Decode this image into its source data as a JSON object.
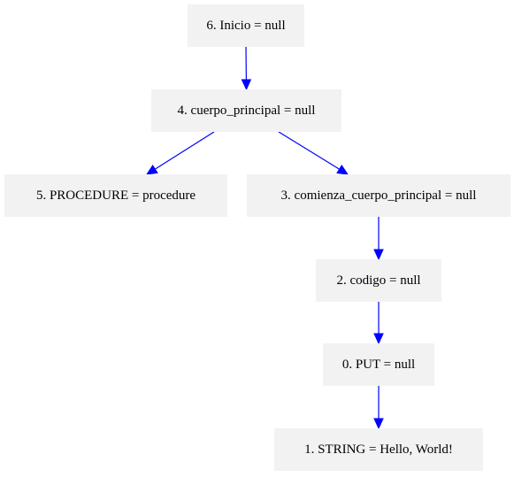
{
  "diagram": {
    "edge_color": "#0000ff",
    "node_fill": "#f2f2f2",
    "nodes": [
      {
        "id": "n6",
        "label": "6. Inicio = null"
      },
      {
        "id": "n4",
        "label": "4. cuerpo_principal = null"
      },
      {
        "id": "n5",
        "label": "5. PROCEDURE = procedure"
      },
      {
        "id": "n3",
        "label": "3. comienza_cuerpo_principal = null"
      },
      {
        "id": "n2",
        "label": "2. codigo = null"
      },
      {
        "id": "n0",
        "label": "0. PUT = null"
      },
      {
        "id": "n1",
        "label": "1. STRING = Hello, World!"
      }
    ],
    "edges": [
      {
        "from": "n6",
        "to": "n4"
      },
      {
        "from": "n4",
        "to": "n5"
      },
      {
        "from": "n4",
        "to": "n3"
      },
      {
        "from": "n3",
        "to": "n2"
      },
      {
        "from": "n2",
        "to": "n0"
      },
      {
        "from": "n0",
        "to": "n1"
      }
    ]
  }
}
